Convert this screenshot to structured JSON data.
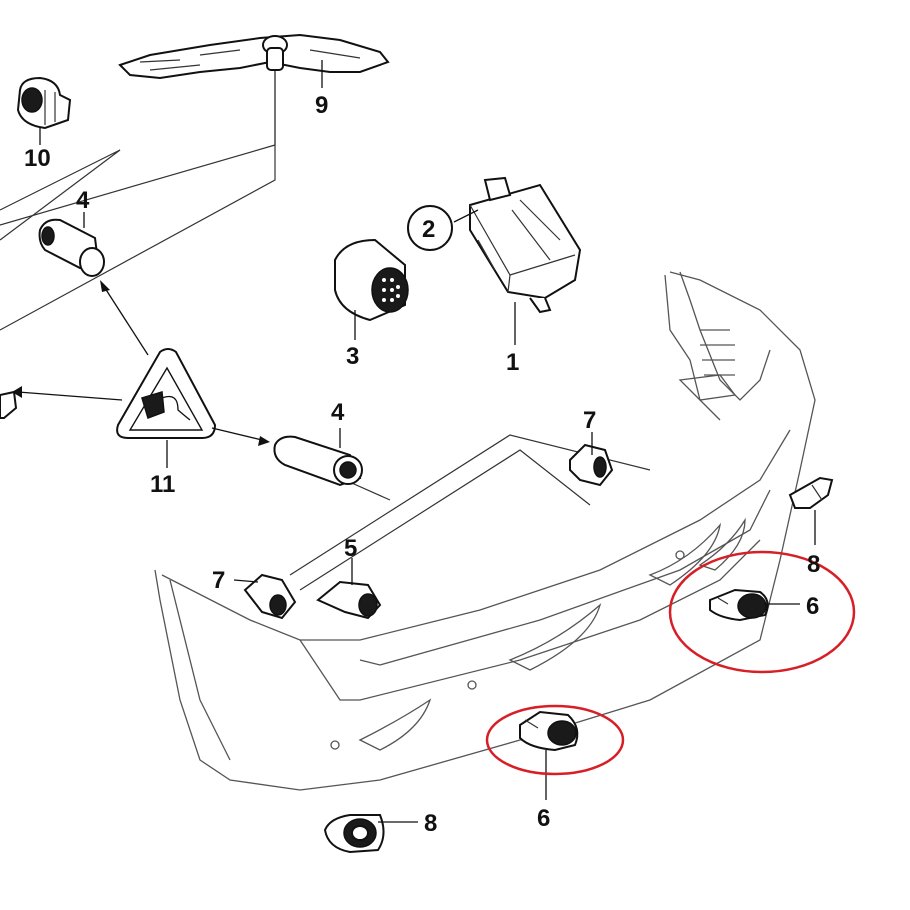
{
  "callouts": {
    "c1": "1",
    "c2": "2",
    "c3": "3",
    "c4a": "4",
    "c4b": "4",
    "c5": "5",
    "c6a": "6",
    "c6b": "6",
    "c7a": "7",
    "c7b": "7",
    "c8a": "8",
    "c8b": "8",
    "c9": "9",
    "c10": "10",
    "c11": "11"
  },
  "highlight_color": "#d61f26",
  "line_color": "#111111"
}
